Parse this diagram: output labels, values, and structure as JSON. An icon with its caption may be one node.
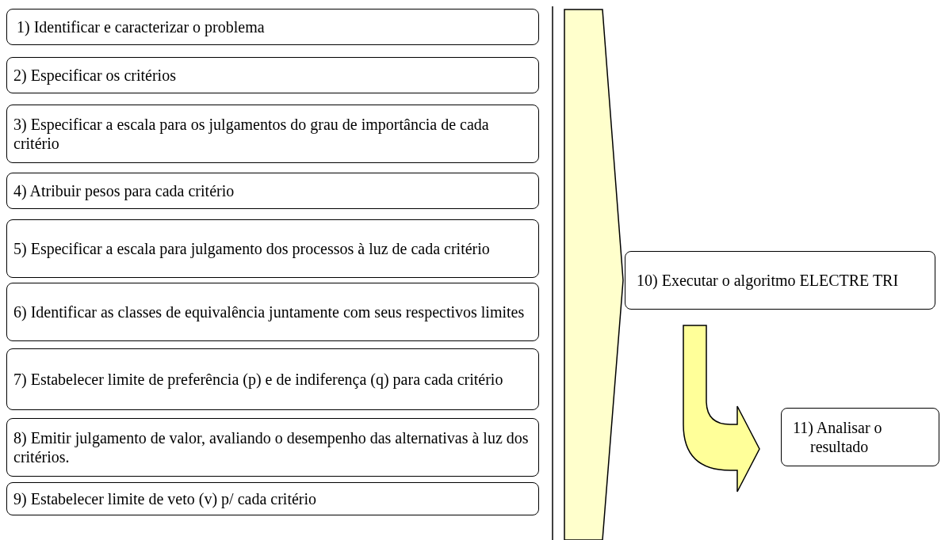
{
  "diagram": {
    "nodes": [
      {
        "text": [
          "1) Identificar e caracterizar o problema"
        ]
      },
      {
        "text": [
          "2) Especificar os critérios"
        ]
      },
      {
        "text": [
          "3) Especificar a escala para os julgamentos do grau de importância de cada critério"
        ]
      },
      {
        "text": [
          "4) Atribuir pesos para cada critério"
        ]
      },
      {
        "text": [
          "5) Especificar a escala para julgamento dos processos à luz de cada critério"
        ]
      },
      {
        "text": [
          "6) Identificar as classes de equivalência juntamente com seus respectivos limites"
        ]
      },
      {
        "text": [
          "7) Estabelecer limite de preferência (p) e de indiferença (q) para cada critério"
        ]
      },
      {
        "text": [
          "8) Emitir julgamento de valor, avaliando o desempenho das alternativas à luz dos critérios."
        ]
      },
      {
        "text": [
          "9) Estabelecer limite de veto (v) p/ cada critério"
        ]
      },
      {
        "text": [
          "10) Executar o algoritmo ELECTRE TRI"
        ]
      },
      {
        "text": [
          "11) Analisar o resultado"
        ]
      }
    ],
    "edges": [
      {
        "from": null,
        "to": 9,
        "arrow": "to"
      },
      {
        "from": 9,
        "to": 10,
        "arrow": "to"
      }
    ]
  }
}
